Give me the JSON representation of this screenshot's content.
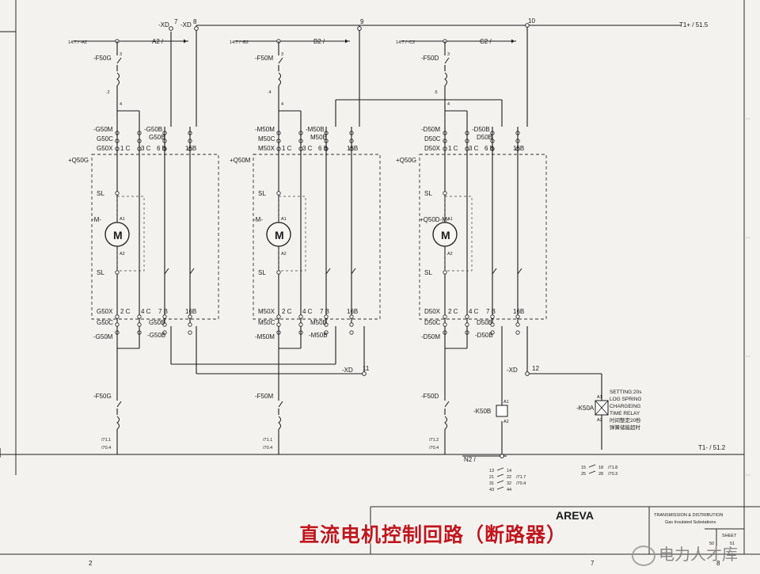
{
  "top": {
    "xd_left": "-XD",
    "xd_col": "-XD",
    "term_7": "7",
    "term_8": "8",
    "term_9": "9",
    "term_10": "10",
    "t1plus": "T1+ / 51.5"
  },
  "units": [
    {
      "ref_in": "14.7 / -A2",
      "ref_out": "A2 /",
      "fuse_top": "-F50G",
      "top_a": "3",
      "top_b": "4",
      "top_c": ".2",
      "r1_left": "-G50M",
      "r1_right": "-G50B",
      "r2_left": "G50C",
      "r2_right": "G50B",
      "r3_left": "G50X",
      "r3_c1": "1 C",
      "r3_c2": "3 C",
      "r3_c3": "6 B",
      "r3_c4": "15B",
      "q_label": "+Q50G",
      "sl_top": "SL",
      "sl_bot": "SL",
      "motor": "M",
      "m_label": "-M-",
      "a1": "A1",
      "a2": "A2",
      "b3_left": "G50X",
      "b3_c1": "2 C",
      "b3_c2": "4 C",
      "b3_c3": "7 B",
      "b3_c4": "16B",
      "b2_left": "G50C",
      "b2_right": "G50B",
      "b1_left": "-G50M",
      "b1_right": "-G50B",
      "fuse_bot": "-F50G",
      "bot_ref1": "/71.1",
      "bot_ref2": "/70.4"
    },
    {
      "ref_in": "14.7 / -B2",
      "ref_out": "B2 /",
      "fuse_top": "-F50M",
      "top_a": "3",
      "top_b": "4",
      "top_c": ".4",
      "r1_left": "-M50M",
      "r1_right": "-M50B",
      "r2_left": "M50C",
      "r2_right": "M50B",
      "r3_left": "M50X",
      "r3_c1": "1 C",
      "r3_c2": "3 C",
      "r3_c3": "6 B",
      "r3_c4": "15B",
      "q_label": "+Q50M",
      "sl_top": "SL",
      "sl_bot": "SL",
      "motor": "M",
      "m_label": "-M-",
      "a1": "A1",
      "a2": "A2",
      "b3_left": "M50X",
      "b3_c1": "2 C",
      "b3_c2": "4 C",
      "b3_c3": "7 B",
      "b3_c4": "16B",
      "b2_left": "M50C",
      "b2_right": "M50B",
      "b1_left": "-M50M",
      "b1_right": "-M50B",
      "fuse_bot": "-F50M",
      "bot_ref1": "/71.1",
      "bot_ref2": "/70.4"
    },
    {
      "ref_in": "14.7 / -C2",
      "ref_out": "C2 /",
      "fuse_top": "-F50D",
      "top_a": "3",
      "top_b": "4",
      "top_c": ".5",
      "r1_left": "-D50M",
      "r1_right": "-D50B",
      "r2_left": "D50C",
      "r2_right": "D50B",
      "r3_left": "D50X",
      "r3_c1": "1 C",
      "r3_c2": "3 C",
      "r3_c3": "6 B",
      "r3_c4": "15B",
      "q_label": "+Q50G",
      "sl_top": "SL",
      "sl_bot": "SL",
      "motor": "M",
      "m_label": "+Q50D-M-",
      "a1": "A1",
      "a2": "A2",
      "b3_left": "D50X",
      "b3_c1": "2 C",
      "b3_c2": "4 C",
      "b3_c3": "7 B",
      "b3_c4": "16B",
      "b2_left": "D50C",
      "b2_right": "D50B",
      "b1_left": "-D50M",
      "b1_right": "-D50B",
      "fuse_bot": "-F50D",
      "bot_ref1": "/71.2",
      "bot_ref2": "/70.4"
    }
  ],
  "middle": {
    "xd11": "-XD",
    "t11": "11",
    "xd12": "-XD",
    "t12": "12"
  },
  "relays": {
    "k50b": "-K50B",
    "k50a": "-K50A",
    "a1": "A1",
    "a2": "A2",
    "setting": [
      "SETTING:20s",
      "LOG SPRING",
      "CHARGEING",
      "TIME RELAY",
      "时间整定20秒",
      "弹簧储能超时"
    ]
  },
  "bottom": {
    "n2": "N2 /",
    "t1minus": "T1- / 51.2",
    "contacts_left": [
      {
        "a": "13",
        "b": "14",
        "ref": ""
      },
      {
        "a": "21",
        "b": "22",
        "ref": "/71.7"
      },
      {
        "a": "31",
        "b": "32",
        "ref": "/70.4"
      },
      {
        "a": "43",
        "b": "44",
        "ref": ""
      }
    ],
    "contacts_right": [
      {
        "a": "15",
        "b": "18",
        "ref": "/71.8"
      },
      {
        "a": "25",
        "b": "28",
        "ref": "/70.3"
      }
    ]
  },
  "titleblock": {
    "brand": "AREVA",
    "line1": "TRANSMISSION & DISTRIBUTION",
    "line2": "Gas Insulated Substations",
    "sheet": "SHEET",
    "sheet_no": "51",
    "col_a": "50"
  },
  "ruler": {
    "c2": "2",
    "c7": "7",
    "c8": "8"
  },
  "caption": "直流电机控制回路（断路器）",
  "watermark": "电力人才库"
}
